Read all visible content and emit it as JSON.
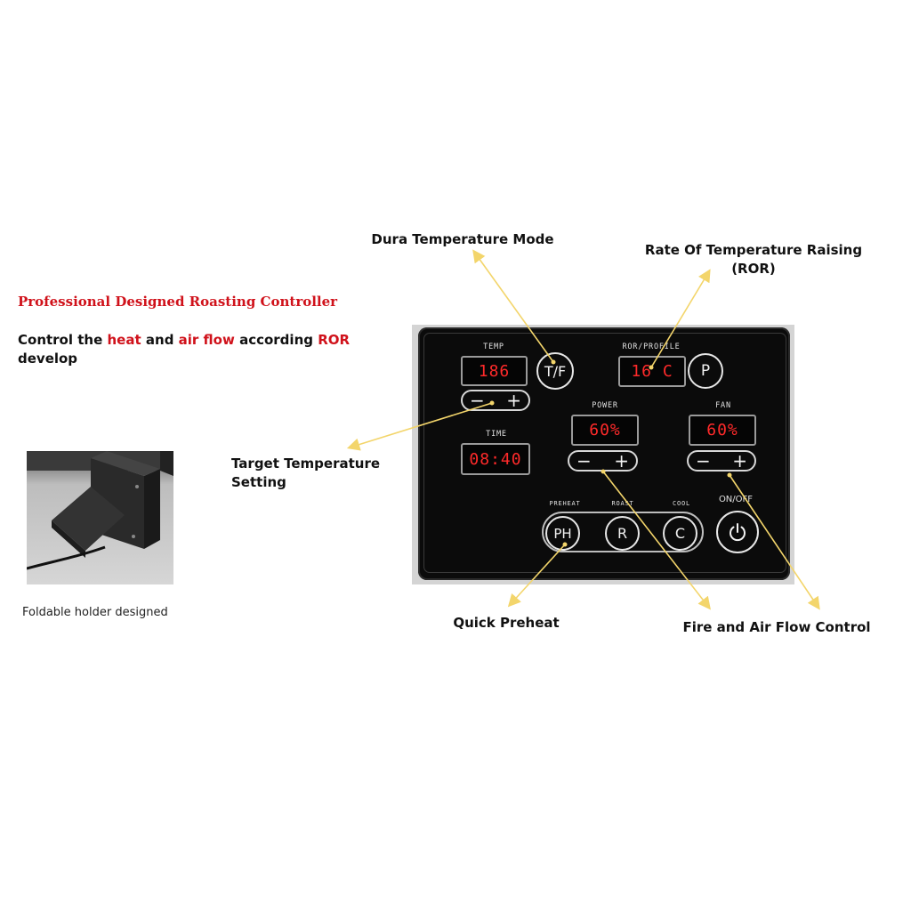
{
  "intro": {
    "title": "Professional Designed Roasting Controller",
    "desc_1": "Control the",
    "desc_heat": "heat",
    "desc_2": "and",
    "desc_airflow": "air flow",
    "desc_3": "according",
    "desc_ror": "ROR",
    "desc_4": "develop",
    "accent_color": "#d0121b"
  },
  "photo": {
    "caption": "Foldable holder designed"
  },
  "panel": {
    "temp_label": "TEMP",
    "temp_value": "186",
    "tf_button": "T/F",
    "ror_label": "ROR/PROFILE",
    "ror_value": "16 C",
    "p_button": "P",
    "power_label": "POWER",
    "power_value": "60%",
    "fan_label": "FAN",
    "fan_value": "60%",
    "time_label": "TIME",
    "time_value": "08:40",
    "minus": "−",
    "plus": "+",
    "preheat_label": "PREHEAT",
    "roast_label": "ROAST",
    "cool_label": "COOL",
    "ph_button": "PH",
    "r_button": "R",
    "c_button": "C",
    "onoff_label": "ON/OFF",
    "power_icon": "power-icon",
    "display_color": "#ff2a2a"
  },
  "callouts": {
    "dura": "Dura Temperature Mode",
    "ror_1": "Rate Of Temperature Raising",
    "ror_2": "(ROR)",
    "target_1": "Target Temperature",
    "target_2": "Setting",
    "preheat": "Quick Preheat",
    "fire": "Fire and Air Flow Control",
    "arrow_color": "#f3d56b"
  }
}
